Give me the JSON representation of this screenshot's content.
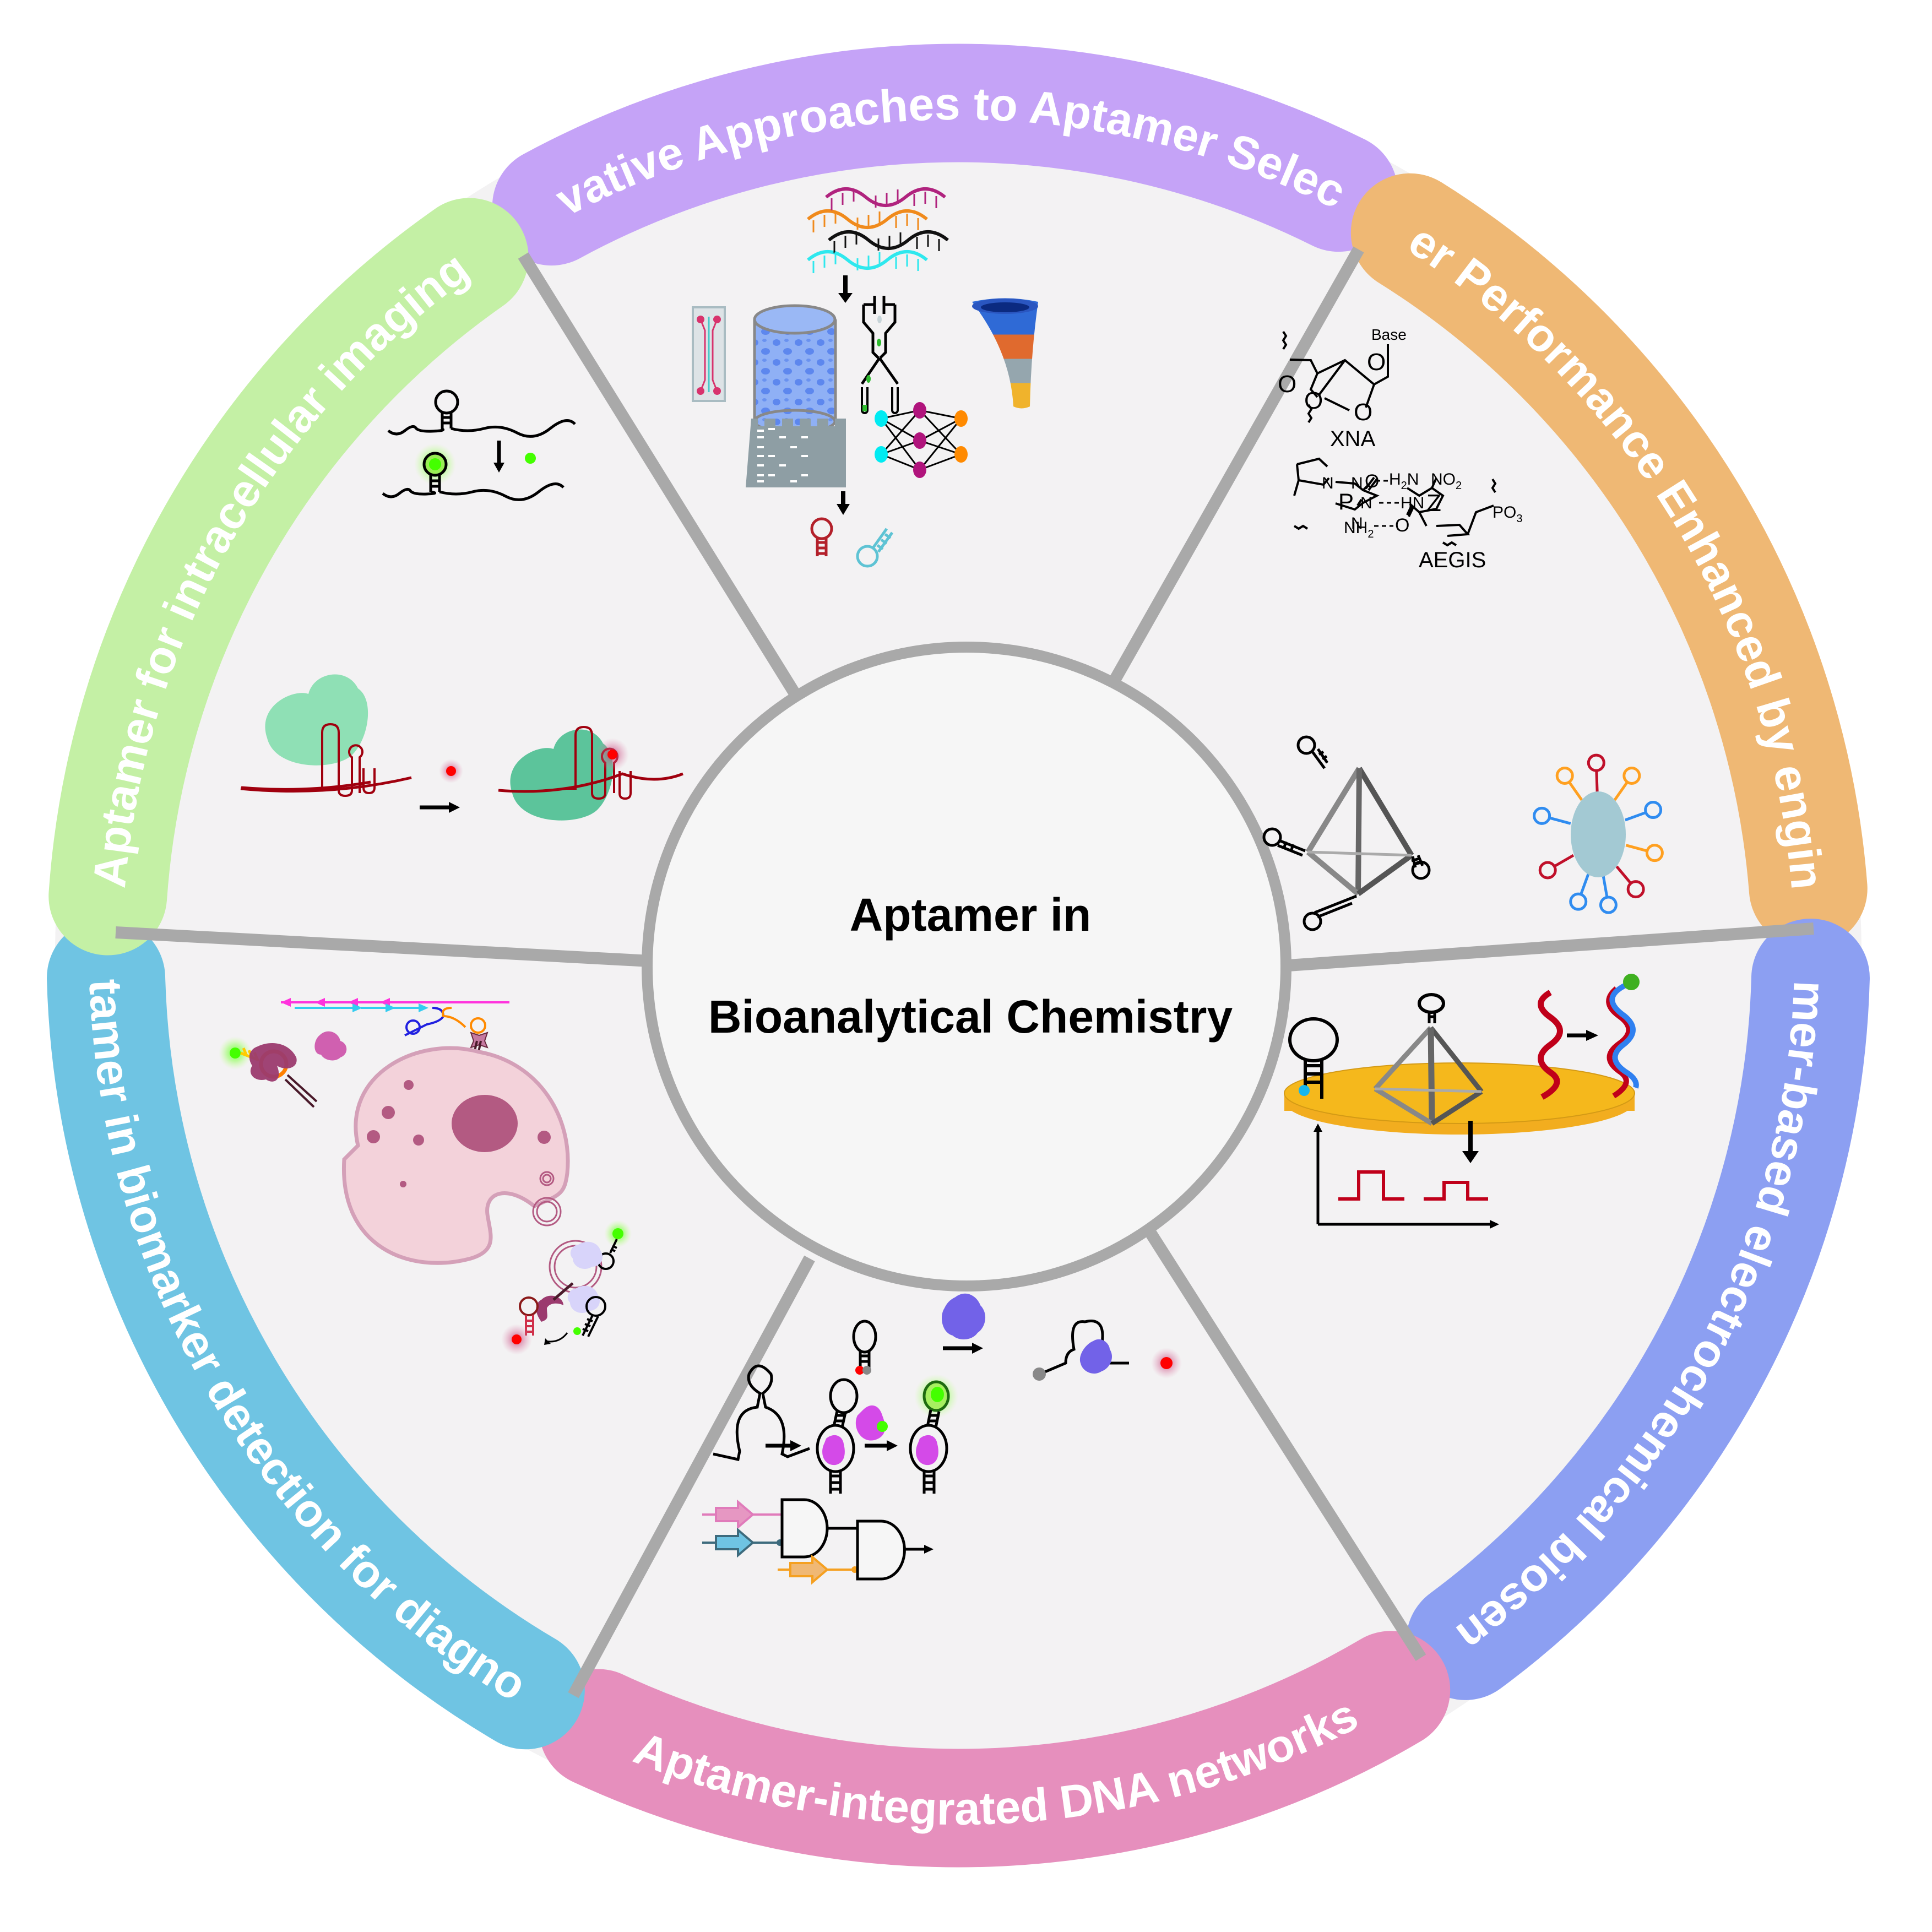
{
  "title": {
    "line1": "Aptamer  in",
    "line2": "Bioanalytical Chemistry"
  },
  "sections": [
    {
      "id": "selection",
      "label": "Innovative Approaches to Aptamer Selection",
      "color": "#c5a3f7"
    },
    {
      "id": "engineering",
      "label": "Aptamer Performance Enhanced by engineering",
      "color": "#efb874"
    },
    {
      "id": "electrochemical",
      "label": "Aptamer-based electrochemical biosensors",
      "color": "#8c9ff2"
    },
    {
      "id": "dna-networks",
      "label": "Aptamer-integrated DNA networks",
      "color": "#e68fbd"
    },
    {
      "id": "biomarker",
      "label": "Aptamer in biomarker detection for diagnosis",
      "color": "#6fc4e3"
    },
    {
      "id": "imaging",
      "label": "Aptamer for intracellular imaging",
      "color": "#c4f0a5"
    }
  ],
  "colors": {
    "panel_bg": "#f3f2f3",
    "divider": "#a9a9a9",
    "dna_red": "#c0001a",
    "fluor_green": "#44ff00",
    "fluor_red": "#ff0000",
    "electrode_gold": "#f5b51c",
    "nanoparticle": "#a3c9d3"
  },
  "chemistry": {
    "xna_label": "XNA",
    "xna_base": "Base",
    "aegis_label": "AEGIS",
    "p_label": "P",
    "z_label": "Z",
    "atoms": {
      "o": "O",
      "n": "N",
      "hn": "HN",
      "h2n": "H",
      "h2n_sub": "2",
      "h2n_n": "N",
      "nh2": "NH",
      "nh2_sub": "2",
      "no2": "NO",
      "no2_sub": "2",
      "po3": "PO",
      "po3_sub": "3"
    }
  }
}
